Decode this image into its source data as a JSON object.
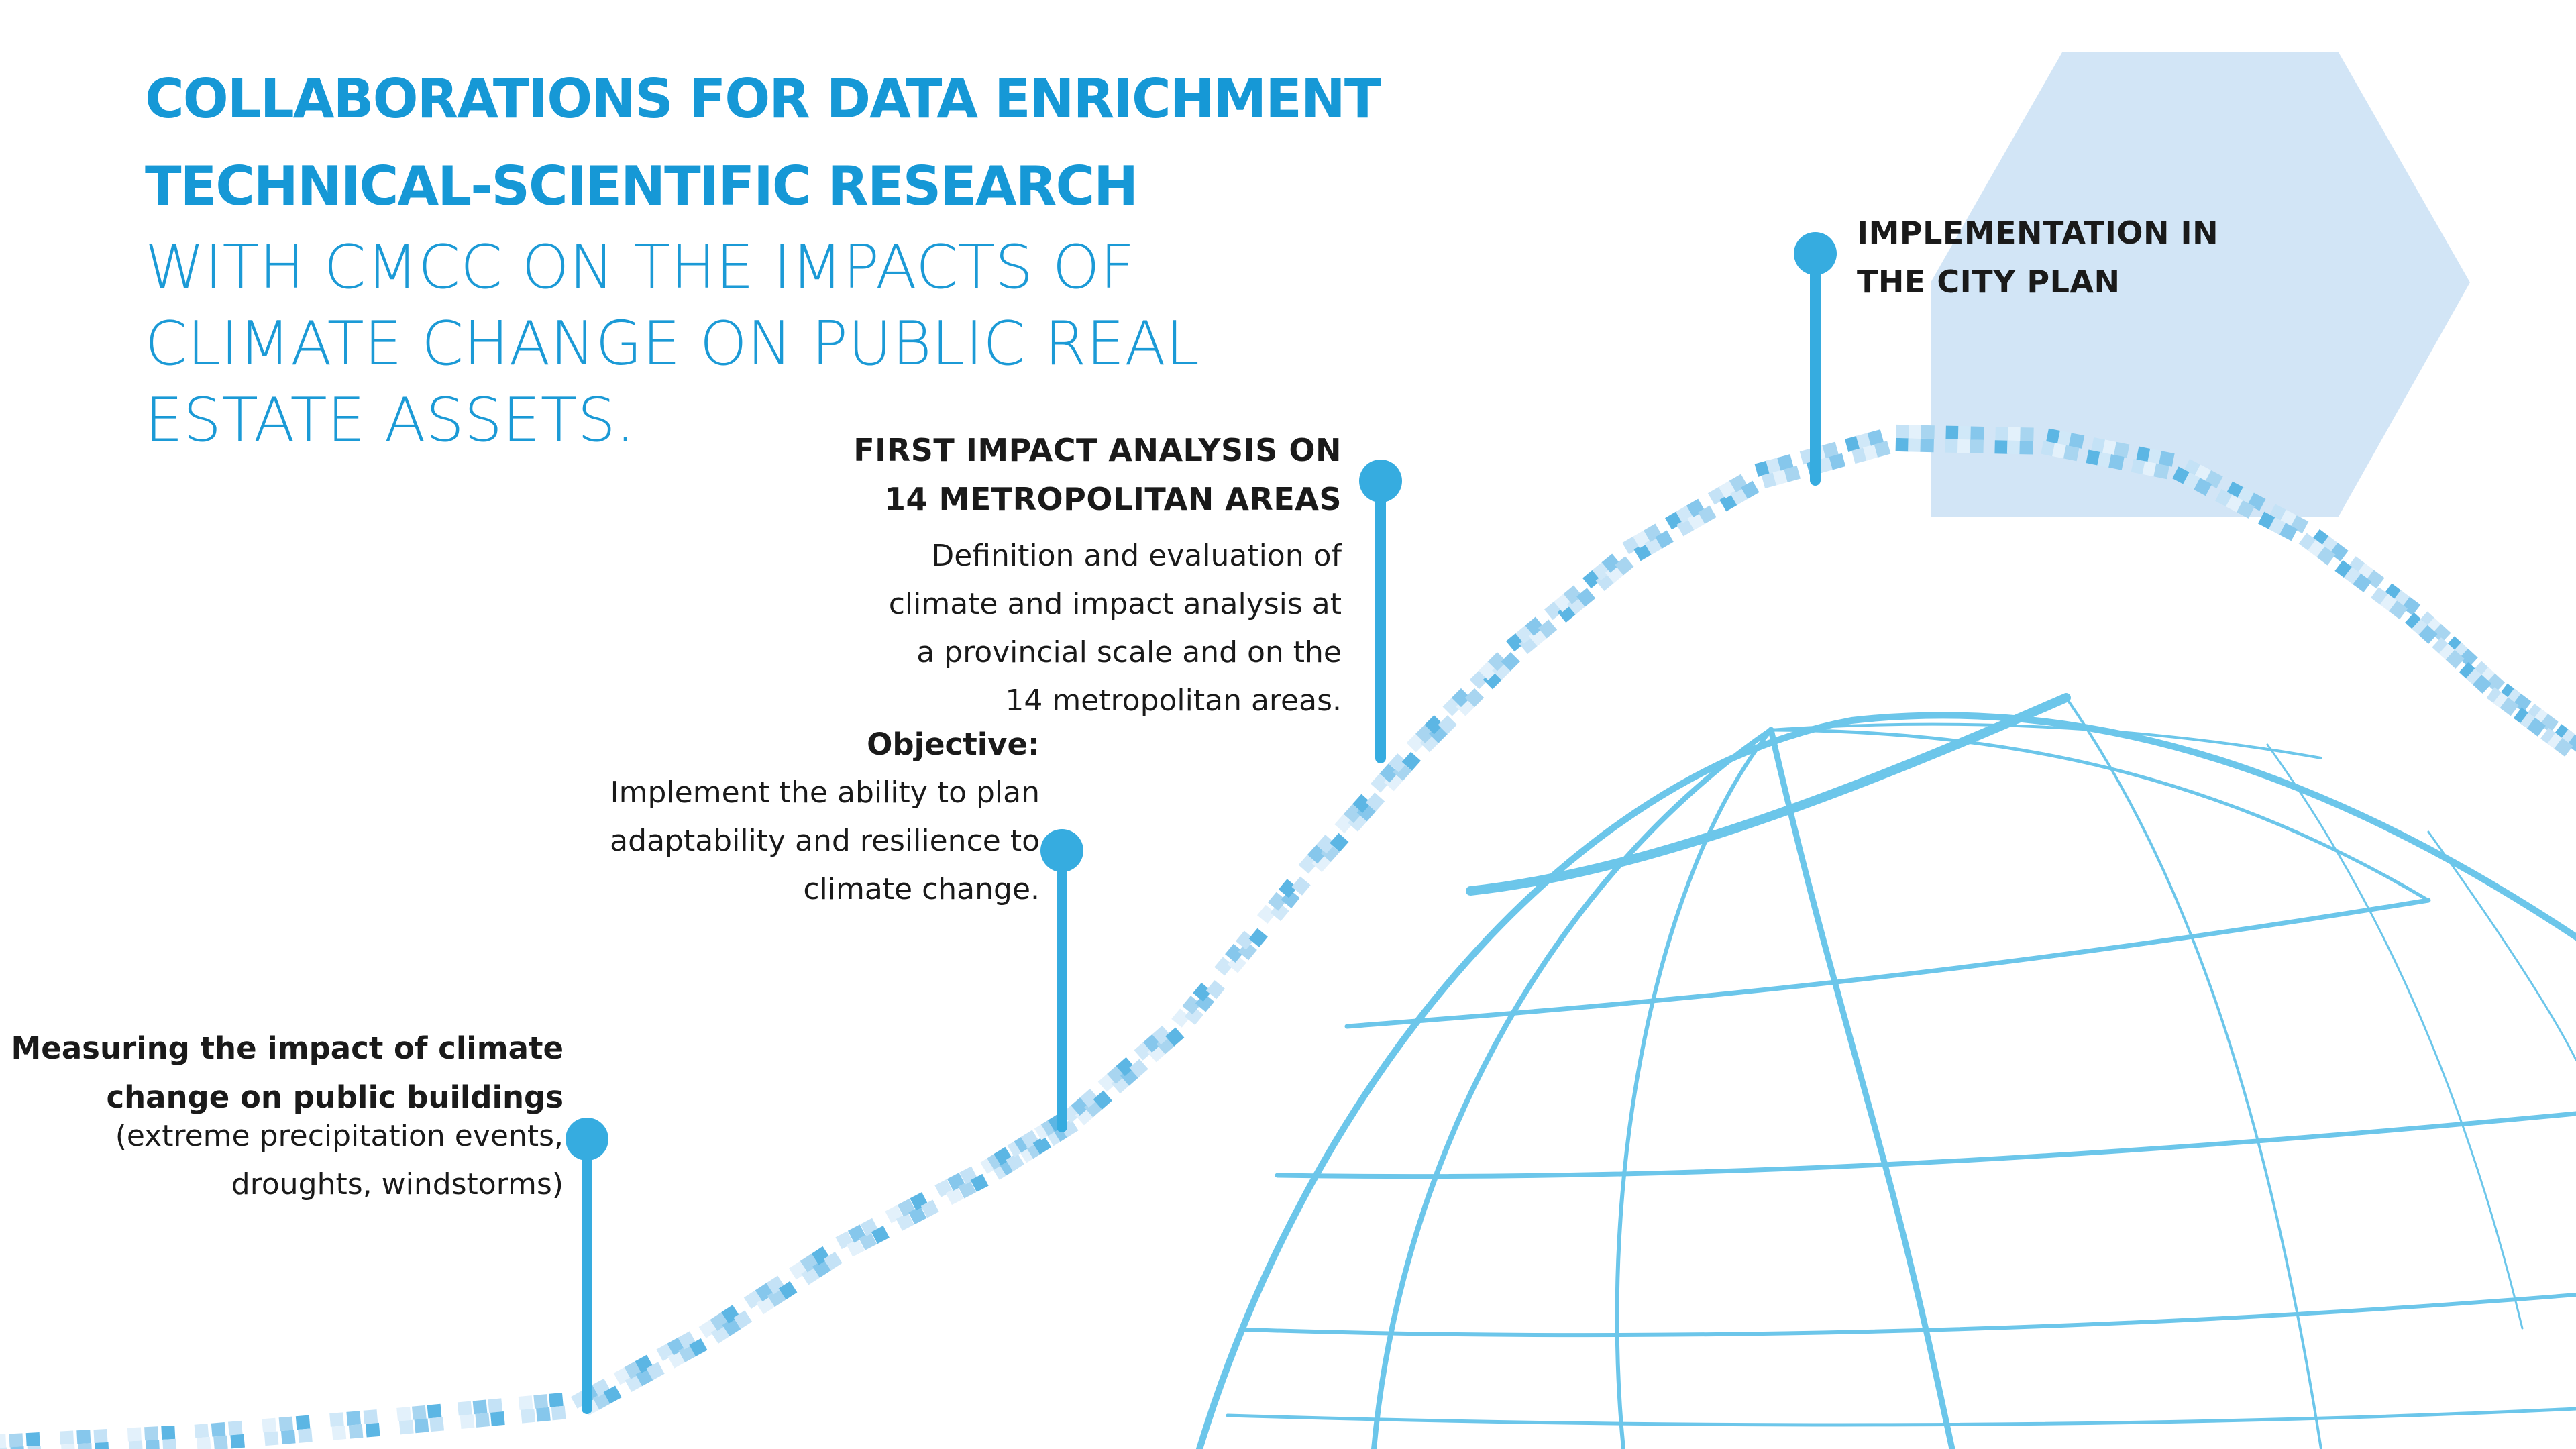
{
  "header": {
    "line1": "COLLABORATIONS FOR DATA ENRICHMENT",
    "line2": "TECHNICAL-SCIENTIFIC RESEARCH",
    "subtitle": "WITH CMCC ON THE IMPACTS OF CLIMATE CHANGE ON PUBLIC REAL ESTATE ASSETS."
  },
  "milestones": [
    {
      "title_line1": "Measuring the impact of climate",
      "title_line2": "change on public buildings",
      "desc_line1": "(extreme precipitation events,",
      "desc_line2": "droughts, windstorms)"
    },
    {
      "objective_label": "Objective:",
      "desc_line1": "Implement the ability to plan",
      "desc_line2": "adaptability and resilience to",
      "desc_line3": "climate change."
    },
    {
      "title_line1": "FIRST IMPACT ANALYSIS ON",
      "title_line2": "14 METROPOLITAN AREAS",
      "desc_line1": "Definition and evaluation of",
      "desc_line2": "climate and impact analysis at",
      "desc_line3": "a provincial scale and on the",
      "desc_line4": "14 metropolitan areas."
    },
    {
      "title_line1": "IMPLEMENTATION IN",
      "title_line2": "THE CITY PLAN"
    }
  ],
  "colors": {
    "accent": "#1698d6",
    "marker": "#36ace0",
    "globe": "#6cc6ea",
    "hexagon": "#d2e5f6",
    "text": "#1a1a1a"
  },
  "icons": [
    "hexagon-shape",
    "globe-grid",
    "pixel-wave-path",
    "timeline-pin"
  ]
}
